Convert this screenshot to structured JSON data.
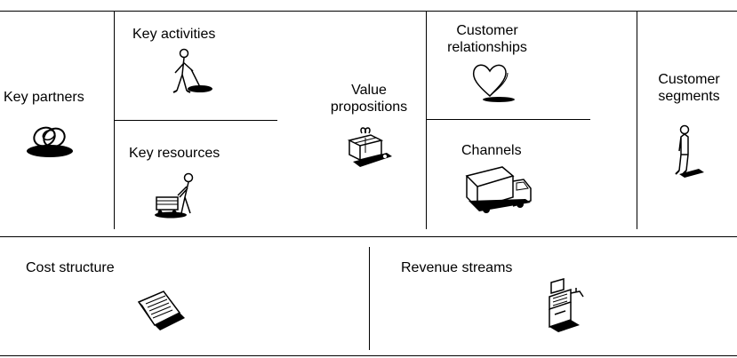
{
  "canvas": {
    "blocks": {
      "key_partners": {
        "title": "Key partners",
        "icon": "chain-links-icon"
      },
      "key_activities": {
        "title": "Key activities",
        "icon": "person-sweeping-icon"
      },
      "key_resources": {
        "title": "Key resources",
        "icon": "person-pushing-cart-icon"
      },
      "value_propositions": {
        "title_line1": "Value",
        "title_line2": "propositions",
        "icon": "gift-box-icon"
      },
      "customer_relationships": {
        "title_line1": "Customer",
        "title_line2": "relationships",
        "icon": "heart-icon"
      },
      "channels": {
        "title": "Channels",
        "icon": "delivery-truck-icon"
      },
      "customer_segments": {
        "title_line1": "Customer",
        "title_line2": "segments",
        "icon": "standing-person-icon"
      },
      "cost_structure": {
        "title": "Cost structure",
        "icon": "receipt-icon"
      },
      "revenue_streams": {
        "title": "Revenue streams",
        "icon": "cash-register-icon"
      }
    }
  }
}
